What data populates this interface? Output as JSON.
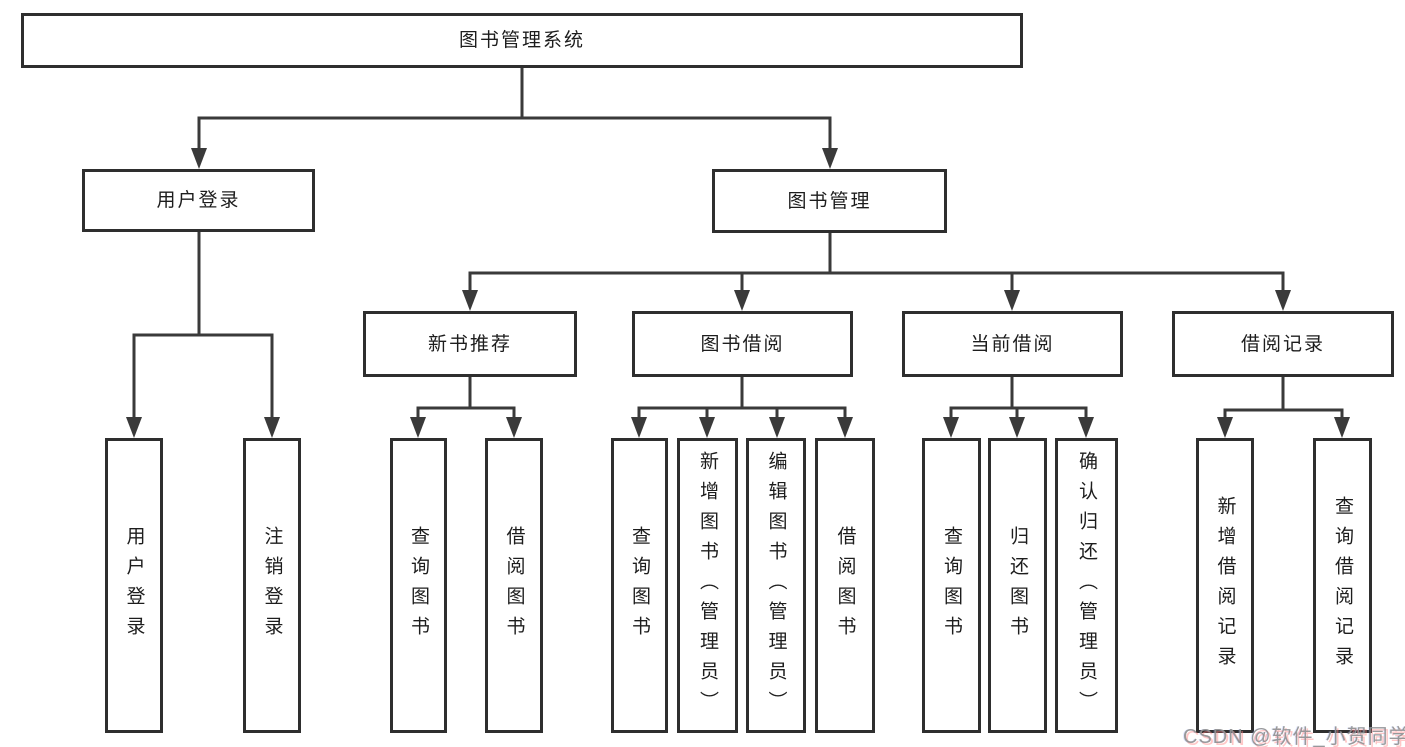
{
  "diagram_title": "图书管理系统",
  "colors": {
    "line": "#3a3a3a",
    "box_border": "#2e2e2e",
    "text": "#1d1d1d",
    "watermark_gray": "#919191"
  },
  "nodes": {
    "root": {
      "label": "图书管理系统"
    },
    "level2": [
      {
        "label": "用户登录",
        "parent": "图书管理系统"
      },
      {
        "label": "图书管理",
        "parent": "图书管理系统"
      }
    ],
    "level3": [
      {
        "label": "新书推荐",
        "parent": "图书管理"
      },
      {
        "label": "图书借阅",
        "parent": "图书管理"
      },
      {
        "label": "当前借阅",
        "parent": "图书管理"
      },
      {
        "label": "借阅记录",
        "parent": "图书管理"
      }
    ],
    "leaves": [
      {
        "label": "用户登录",
        "parent": "用户登录"
      },
      {
        "label": "注销登录",
        "parent": "用户登录"
      },
      {
        "label": "查询图书",
        "parent": "新书推荐"
      },
      {
        "label": "借阅图书",
        "parent": "新书推荐"
      },
      {
        "label": "查询图书",
        "parent": "图书借阅"
      },
      {
        "label": "新增图书（管理员）",
        "parent": "图书借阅"
      },
      {
        "label": "编辑图书（管理员）",
        "parent": "图书借阅"
      },
      {
        "label": "借阅图书",
        "parent": "图书借阅"
      },
      {
        "label": "查询图书",
        "parent": "当前借阅"
      },
      {
        "label": "归还图书",
        "parent": "当前借阅"
      },
      {
        "label": "确认归还（管理员）",
        "parent": "当前借阅"
      },
      {
        "label": "新增借阅记录",
        "parent": "借阅记录"
      },
      {
        "label": "查询借阅记录",
        "parent": "借阅记录"
      }
    ]
  },
  "watermark": {
    "text": "CSDN @软件_小贺同学"
  }
}
